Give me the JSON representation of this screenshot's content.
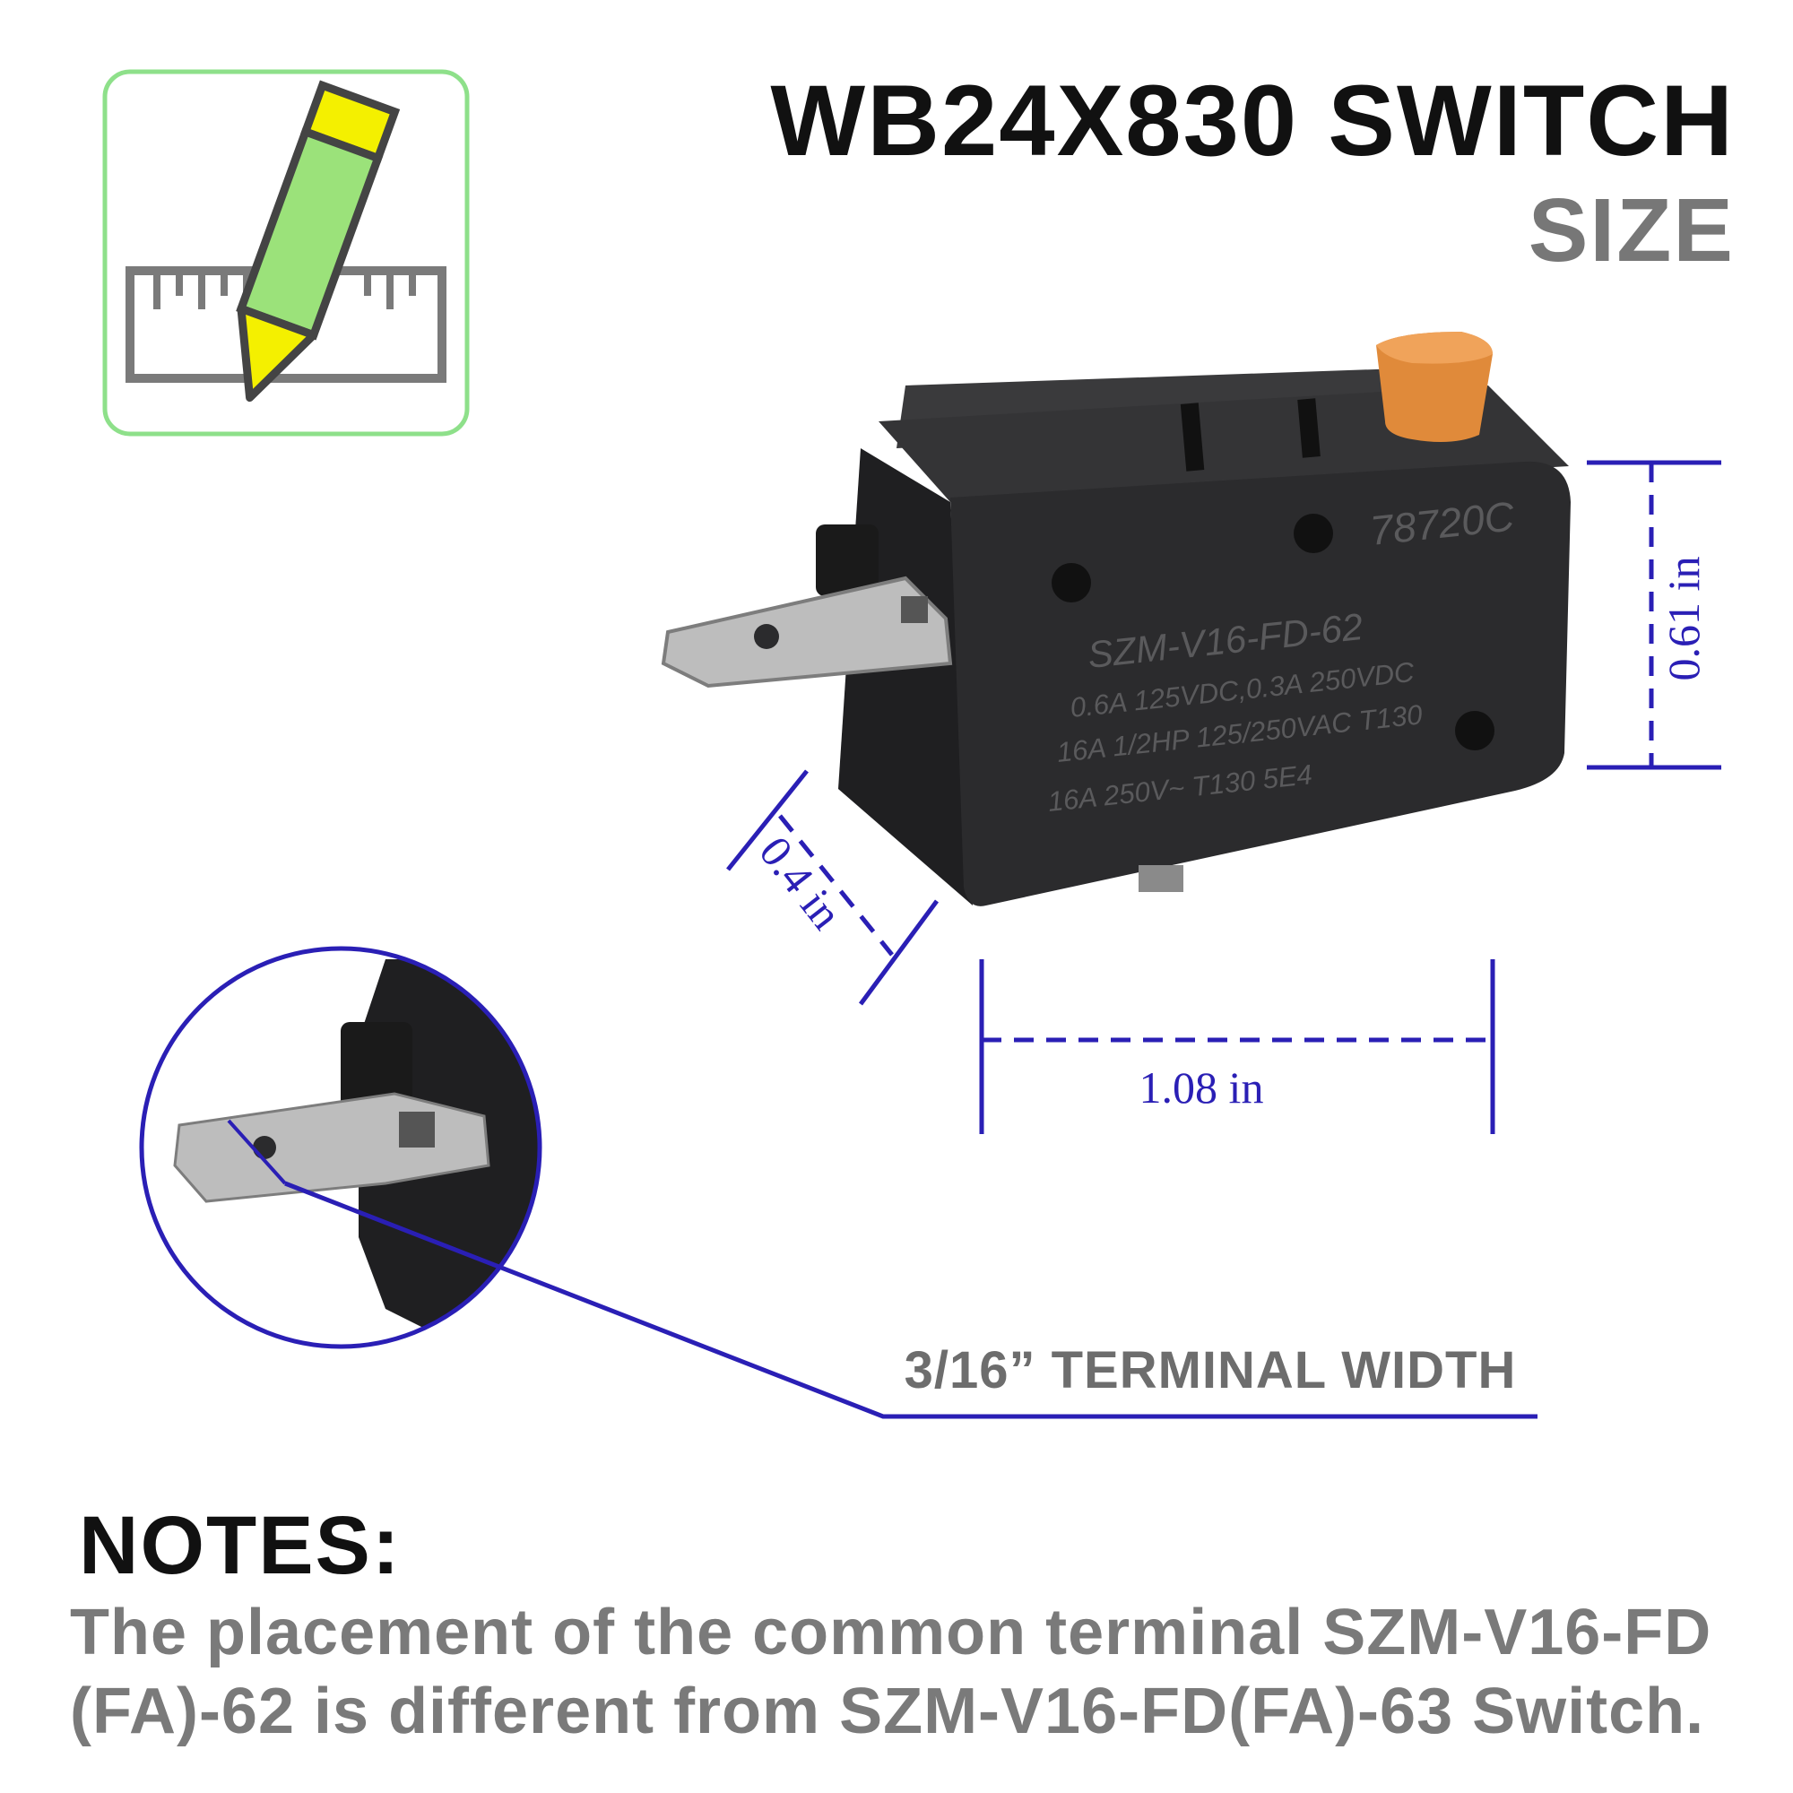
{
  "header": {
    "title": "WB24X830 SWITCH",
    "subtitle": "SIZE"
  },
  "switch_markings": {
    "line1": "78720C",
    "line2": "SZM-V16-FD-62",
    "line3": "0.6A 125VDC,0.3A 250VDC",
    "line4": "16A 1/2HP 125/250VAC T130",
    "line5": "16A 250V~ T130 5E4"
  },
  "dimensions": {
    "height": "0.61 in",
    "depth": "0.4 in",
    "width": "1.08 in"
  },
  "callout": {
    "label": "3/16” TERMINAL WIDTH"
  },
  "notes": {
    "heading": "NOTES:",
    "line1": "The placement of the common terminal SZM-V16-FD",
    "line2": "(FA)-62 is different from SZM-V16-FD(FA)-63 Switch."
  },
  "colors": {
    "dimension_blue": "#2a1fb5",
    "icon_border_green": "#8ee08a",
    "pencil_green": "#9be27a",
    "pencil_yellow": "#f4f000",
    "actuator_orange": "#e08a3a",
    "switch_body": "#2b2b2d"
  },
  "icons": {
    "logo": "ruler-pencil-icon"
  }
}
